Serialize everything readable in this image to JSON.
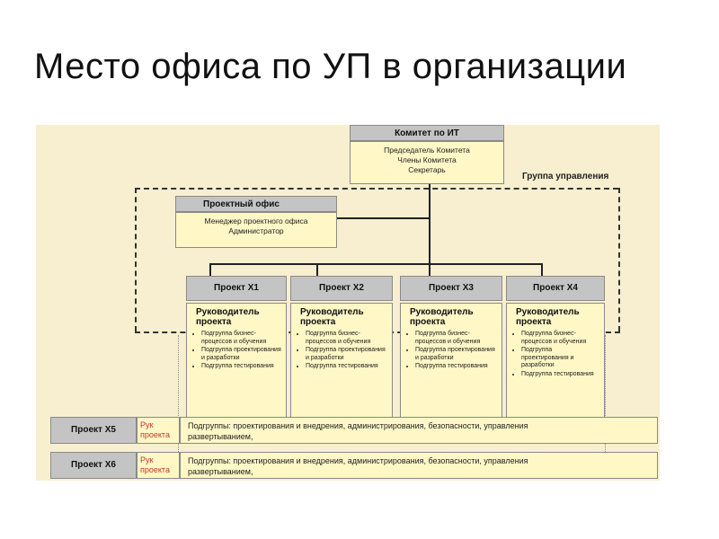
{
  "title": "Место офиса по УП в организации",
  "committee": {
    "header": "Комитет по ИТ",
    "lines": [
      "Председатель Комитета",
      "Члены Комитета",
      "Секретарь"
    ]
  },
  "group_label": "Группа управления",
  "pmo": {
    "header": "Проектный офис",
    "lines": [
      "Менеджер проектного офиса",
      "Администратор"
    ]
  },
  "projects": [
    {
      "header": "Проект X1",
      "manager": [
        "Руководитель",
        "проекта"
      ],
      "subgroups": [
        "Подгруппа бизнес-процессов и обучения",
        "Подгруппа проектирования и разработки",
        "Подгруппа тестирования"
      ]
    },
    {
      "header": "Проект X2",
      "manager": [
        "Руководитель",
        "проекта"
      ],
      "subgroups": [
        "Подгруппа бизнес-процессов и обучения",
        "Подгруппа проектирования и разработки",
        "Подгруппа тестирования"
      ]
    },
    {
      "header": "Проект X3",
      "manager": [
        "Руководитель",
        "проекта"
      ],
      "subgroups": [
        "Подгруппа бизнес-процессов и обучения",
        "Подгруппа проектирования и разработки",
        "Подгруппа тестирования"
      ]
    },
    {
      "header": "Проект X4",
      "manager": [
        "Руководитель",
        "проекта"
      ],
      "subgroups": [
        "Подгруппа бизнес-процессов и обучения",
        "Подгруппа проектирования и разработки",
        "Подгруппа тестирования"
      ]
    }
  ],
  "rows": [
    {
      "header": "Проект X5",
      "manager": [
        "Рук",
        "проекта"
      ],
      "text": [
        "Подгруппы: проектирования и внедрения, администрирования, безопасности, управления",
        "развертыванием,"
      ]
    },
    {
      "header": "Проект X6",
      "manager": [
        "Рук",
        "проекта"
      ],
      "text": [
        "Подгруппы: проектирования и внедрения, администрирования, безопасности, управления",
        "развертыванием,"
      ]
    }
  ]
}
